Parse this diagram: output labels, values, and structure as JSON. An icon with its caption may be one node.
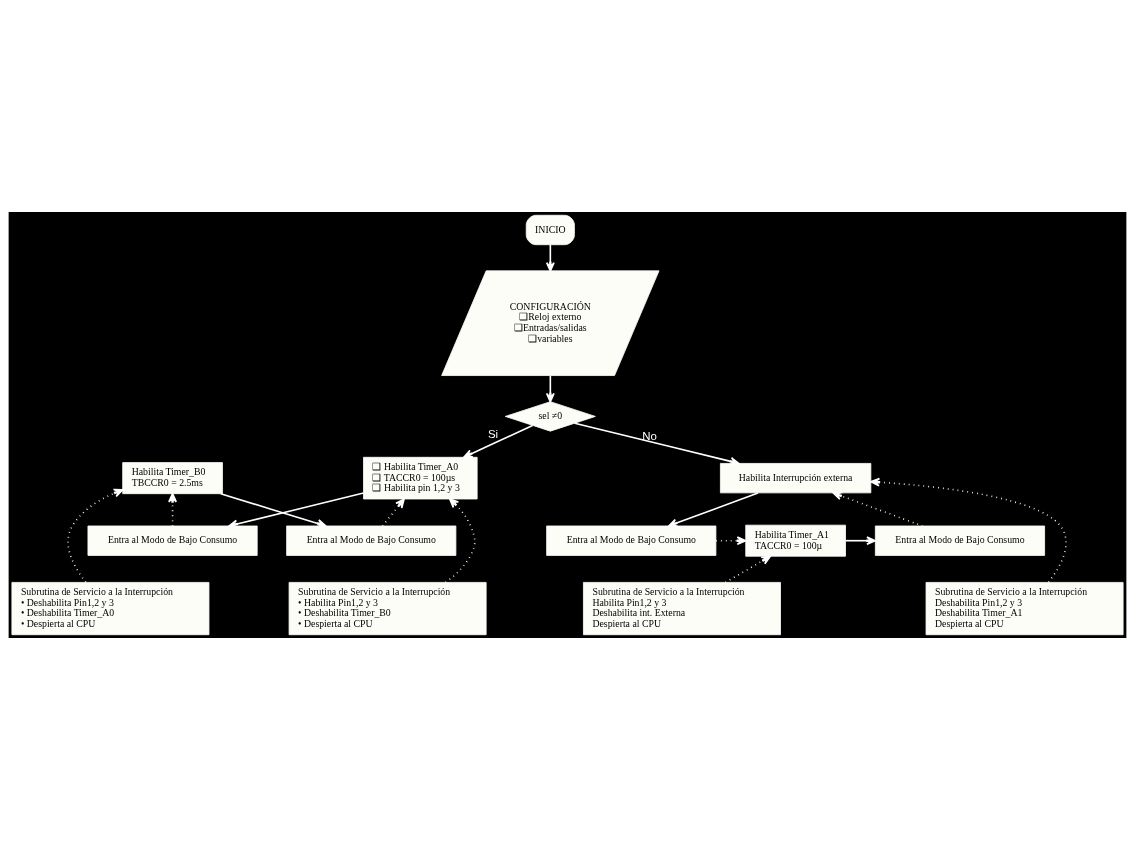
{
  "diagram": {
    "nodes": [
      {
        "text": [
          "INICIO"
        ]
      },
      {
        "text": [
          "CONFIGURACIÓN",
          "❑Reloj externo",
          "❑Entradas/salidas",
          "❑variables"
        ]
      },
      {
        "text": [
          "sel ≠0"
        ]
      },
      {
        "text": [
          "❑ Habilita Timer_A0",
          "❑ TACCR0 = 100µs",
          "❑ Habilita pin 1,2 y 3"
        ]
      },
      {
        "text": [
          "Entra al Modo de Bajo Consumo"
        ]
      },
      {
        "text": [
          "Subrutina de Servicio a la Interrupción",
          "• Deshabilita Pin1,2 y 3",
          "• Deshabilita Timer_A0",
          "• Despierta al CPU"
        ]
      },
      {
        "text": [
          "Habilita Timer_B0",
          "TBCCR0 = 2.5ms"
        ]
      },
      {
        "text": [
          "Entra al Modo de Bajo Consumo"
        ]
      },
      {
        "text": [
          "Subrutina de Servicio a la Interrupción",
          "• Habilita Pin1,2 y 3",
          "• Deshabilita Timer_B0",
          "• Despierta al CPU"
        ]
      },
      {
        "text": [
          "Habilita Interrupción externa"
        ]
      },
      {
        "text": [
          "Entra al Modo de Bajo Consumo"
        ]
      },
      {
        "text": [
          "Subrutina de Servicio a la Interrupción",
          "Habilita Pin1,2 y 3",
          "Deshabilita int. Externa",
          "Despierta al CPU"
        ]
      },
      {
        "text": [
          "Habilita Timer_A1",
          "TACCR0 = 100µ"
        ]
      },
      {
        "text": [
          "Entra al Modo de Bajo Consumo"
        ]
      },
      {
        "text": [
          "Subrutina de Servicio a la Interrupción",
          "Deshabilita Pin1,2 y 3",
          "Deshabilita Timer_A1",
          "Despierta al CPU"
        ]
      }
    ],
    "edges": [
      {
        "from": 0,
        "to": 1,
        "arrow": "to"
      },
      {
        "from": 1,
        "to": 2,
        "arrow": "to"
      },
      {
        "from": 2,
        "to": 3,
        "arrow": "to",
        "label": "Si"
      },
      {
        "from": 2,
        "to": 9,
        "arrow": "to",
        "label": "No"
      },
      {
        "from": 3,
        "to": 4,
        "arrow": "to"
      },
      {
        "from": 4,
        "to": 6,
        "arrow": "to",
        "style": "dashed"
      },
      {
        "from": 5,
        "to": 6,
        "arrow": "to",
        "style": "dashed"
      },
      {
        "from": 6,
        "to": 7,
        "arrow": "to"
      },
      {
        "from": 7,
        "to": 3,
        "arrow": "to",
        "style": "dashed"
      },
      {
        "from": 8,
        "to": 3,
        "arrow": "to",
        "style": "dashed"
      },
      {
        "from": 9,
        "to": 10,
        "arrow": "to"
      },
      {
        "from": 10,
        "to": 12,
        "arrow": "to",
        "style": "dashed"
      },
      {
        "from": 11,
        "to": 12,
        "arrow": "to",
        "style": "dashed"
      },
      {
        "from": 12,
        "to": 13,
        "arrow": "to"
      },
      {
        "from": 13,
        "to": 9,
        "arrow": "to",
        "style": "dashed"
      },
      {
        "from": 14,
        "to": 9,
        "arrow": "to",
        "style": "dashed"
      }
    ]
  }
}
